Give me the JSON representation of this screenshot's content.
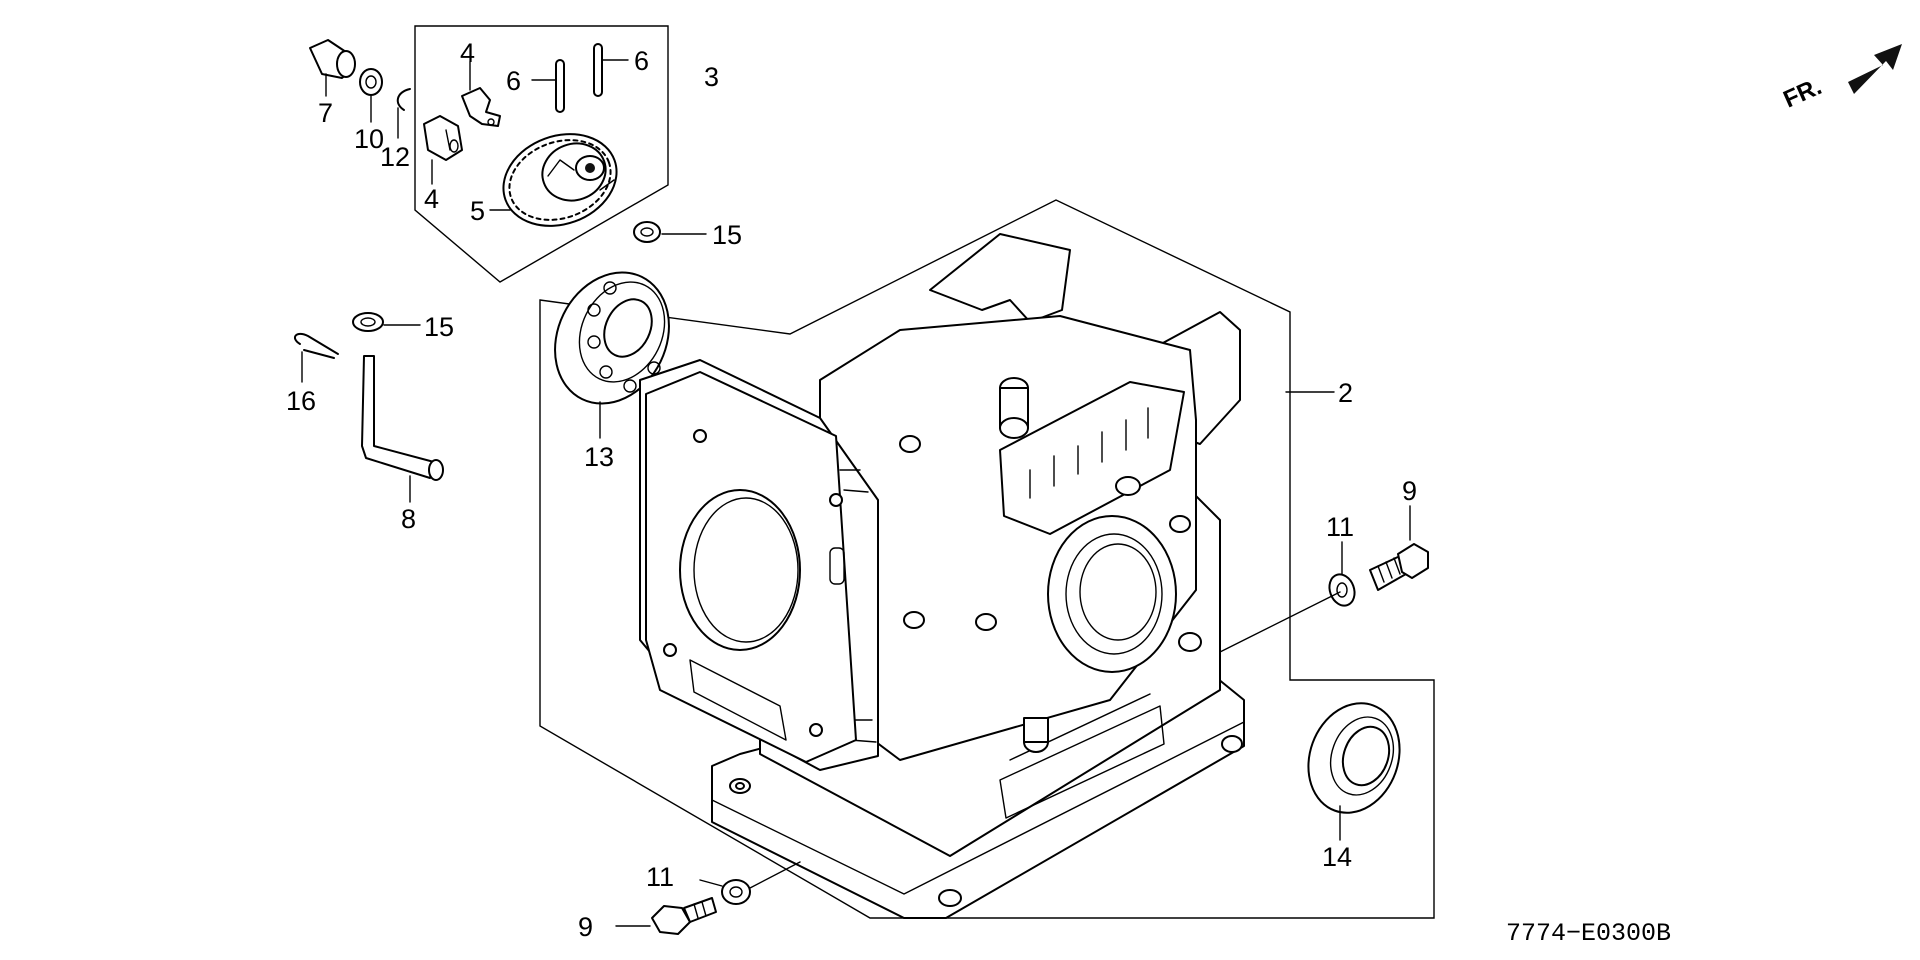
{
  "diagram": {
    "code": "7774−E0300B",
    "direction_label": "FR.",
    "callouts": {
      "c2": "2",
      "c3": "3",
      "c4a": "4",
      "c4b": "4",
      "c5": "5",
      "c6a": "6",
      "c6b": "6",
      "c7": "7",
      "c8": "8",
      "c9a": "9",
      "c9b": "9",
      "c10": "10",
      "c11a": "11",
      "c11b": "11",
      "c12": "12",
      "c13": "13",
      "c14": "14",
      "c15a": "15",
      "c15b": "15",
      "c16": "16"
    },
    "icons": [
      "front-direction-arrow-icon"
    ]
  }
}
